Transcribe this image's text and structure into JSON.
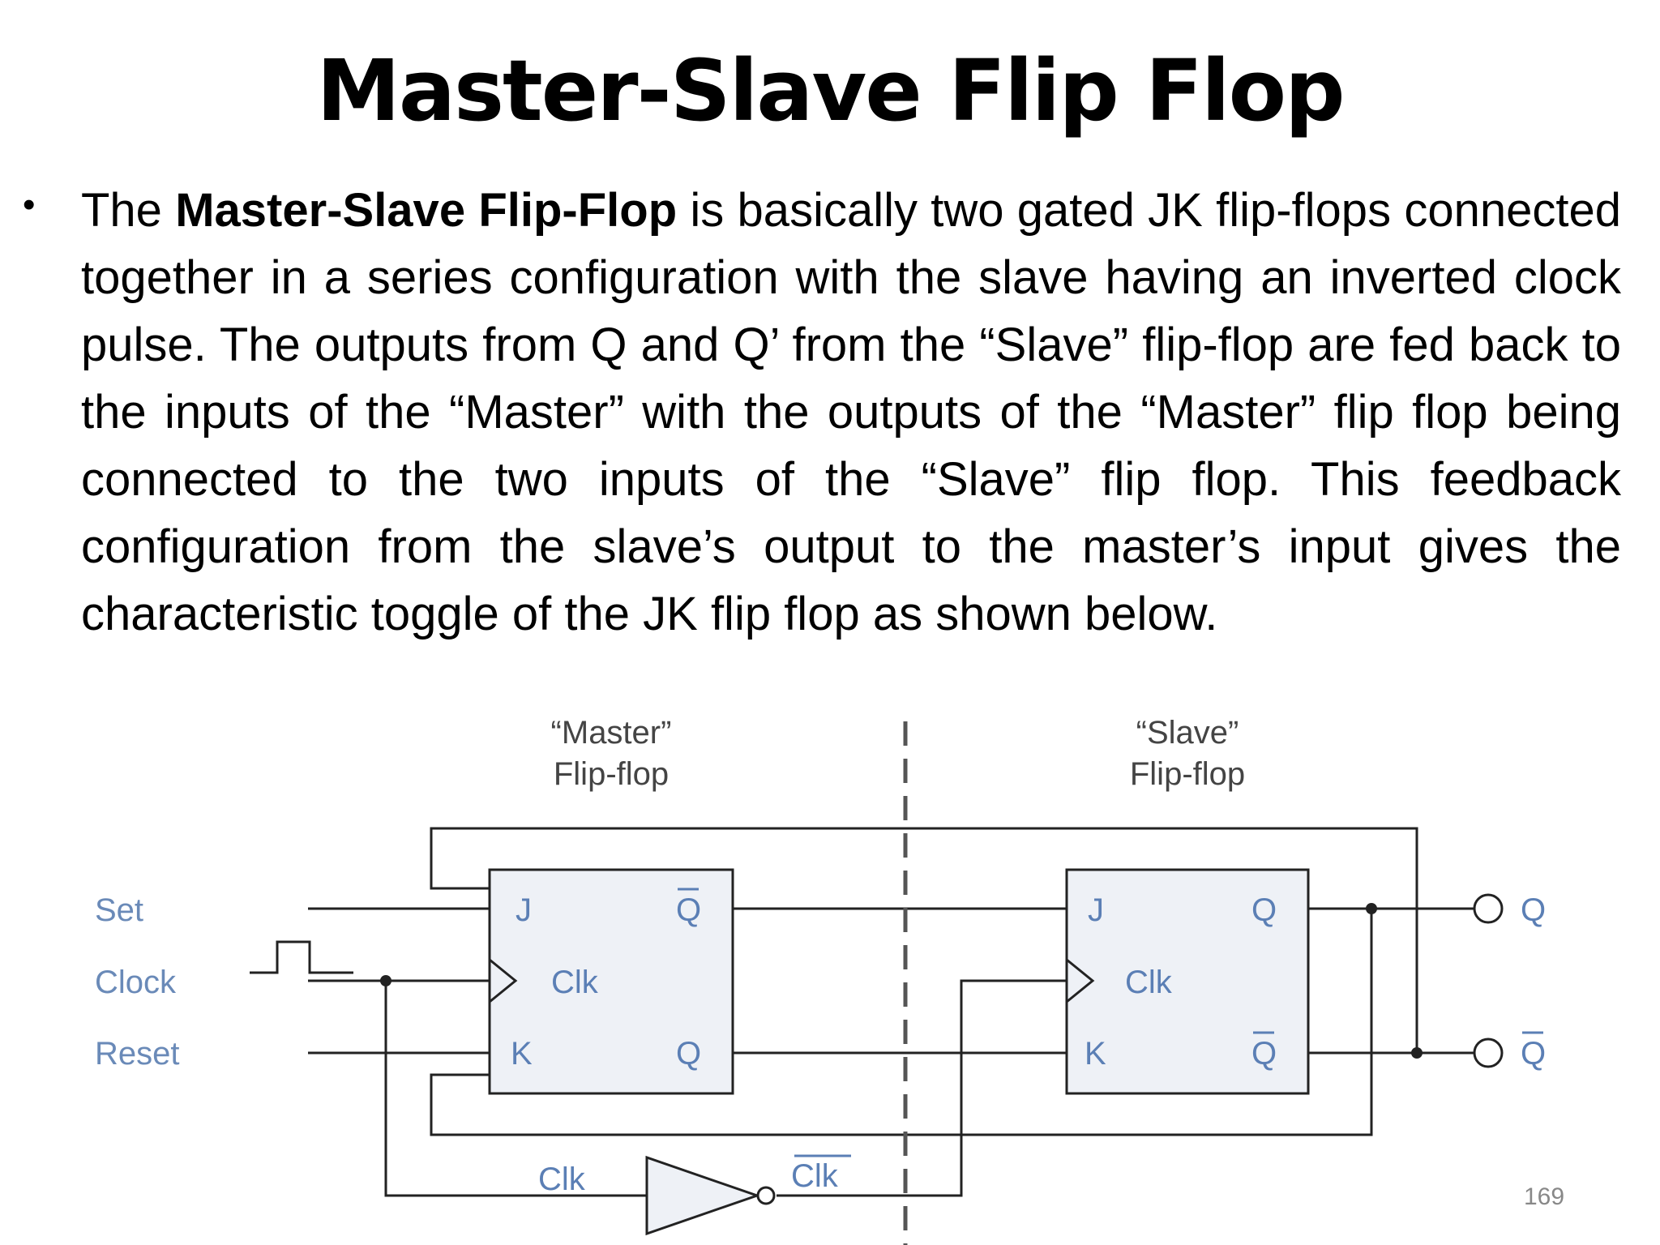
{
  "title": "Master-Slave Flip Flop",
  "paragraph": {
    "intro": "The",
    "bold_term": "Master-Slave Flip-Flop",
    "rest": "is basically two gated JK flip-flops connected together in a series configuration with the slave having an inverted clock pulse. The outputs from Q and Q’ from the “Slave” flip-flop are fed back to the inputs of the “Master” with the outputs of the “Master” flip flop being connected to the two inputs of the “Slave” flip flop. This feedback configuration from the slave’s output to the master’s input gives the characteristic toggle of the JK flip flop as shown below."
  },
  "diagram": {
    "master_label_line1": "“Master”",
    "master_label_line2": "Flip-flop",
    "slave_label_line1": "“Slave”",
    "slave_label_line2": "Flip-flop",
    "inputs": {
      "set": "Set",
      "clock": "Clock",
      "reset": "Reset"
    },
    "master_pins": {
      "j": "J",
      "clk": "Clk",
      "k": "K",
      "q_bar": "Q",
      "q": "Q"
    },
    "slave_pins": {
      "j": "J",
      "clk": "Clk",
      "k": "K",
      "q": "Q",
      "q_bar": "Q"
    },
    "outputs": {
      "q": "Q",
      "q_bar": "Q"
    },
    "inverter_in": "Clk",
    "inverter_out": "Clk",
    "colors": {
      "box_fill": "#eef1f6",
      "wire": "#222222",
      "label_blue": "#6a8ab8"
    }
  },
  "page_number": "169"
}
